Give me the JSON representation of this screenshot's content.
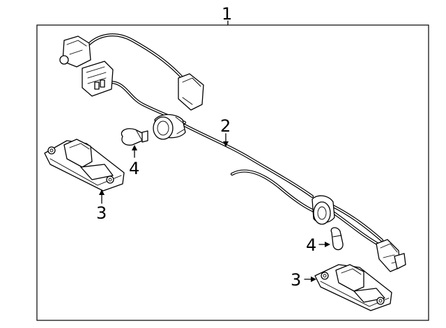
{
  "callouts": {
    "assembly": "1",
    "harness": "2",
    "lamp_left": "3",
    "lamp_right": "3",
    "bulb_left": "4",
    "bulb_right": "4"
  }
}
